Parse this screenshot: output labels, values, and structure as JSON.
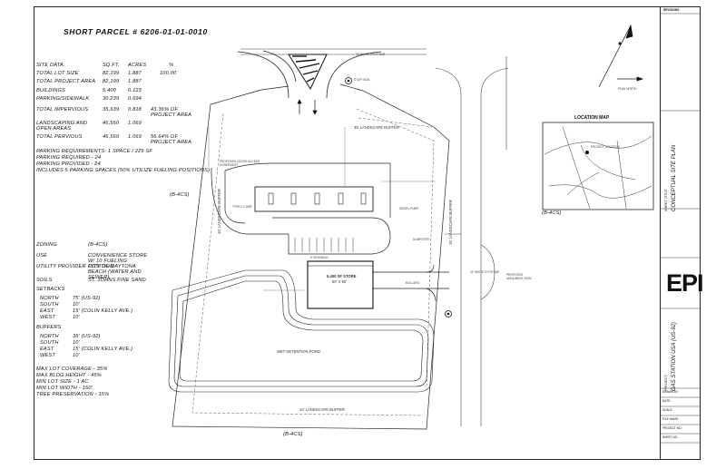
{
  "title": "SHORT PARCEL # 6206-01-01-0010",
  "site_data": {
    "header": [
      "SITE DATA:",
      "SQ.FT.",
      "ACRES",
      "%"
    ],
    "rows": [
      {
        "label": "TOTAL LOT SIZE",
        "sqft": "82,199",
        "acres": "1.887",
        "pct": "100.00"
      },
      {
        "label": "TOTAL PROJECT AREA",
        "sqft": "82,199",
        "acres": "1.887",
        "pct": ""
      },
      {
        "label": "BUILDINGS",
        "sqft": "5,400",
        "acres": "0.123",
        "pct": ""
      },
      {
        "label": "PARKING/SIDEWALK",
        "sqft": "30,239",
        "acres": "0.694",
        "pct": ""
      },
      {
        "label": "TOTAL IMPERVIOUS",
        "sqft": "35,639",
        "acres": "0.818",
        "pct": "43.36% OF PROJECT AREA"
      },
      {
        "label": "LANDSCAPING AND OPEN AREAS",
        "sqft": "46,560",
        "acres": "1.069",
        "pct": ""
      },
      {
        "label": "TOTAL PERVIOUS",
        "sqft": "46,560",
        "acres": "1.069",
        "pct": "56.64% OF PROJECT AREA"
      }
    ]
  },
  "parking": {
    "lines": [
      "PARKING REQUIREMENTS: 1 SPACE / 225 SF",
      "PARKING REQUIRED - 24",
      "PARKING PROVIDED - 24",
      "INCLUDES 5 PARKING SPACES (50% UTILIZE FUELING POSITIONS)"
    ]
  },
  "zoning": [
    {
      "label": "ZONING",
      "value": "(B-4CS)"
    },
    {
      "label": "USE",
      "value": "CONVENIENCE STORE W/ 10 FUELING POSITION"
    },
    {
      "label": "UTILITY PROVIDER",
      "value": "CITY OF DAYTONA BEACH (WATER AND SEWER)"
    },
    {
      "label": "SOILS",
      "value": "ST. JOHNS FINE SAND"
    }
  ],
  "setbacks": {
    "label": "SETBACKS",
    "rows": [
      {
        "dir": "NORTH",
        "value": "75' (US-92)"
      },
      {
        "dir": "SOUTH",
        "value": "10'"
      },
      {
        "dir": "EAST",
        "value": "15' (COLIN KELLY AVE.)"
      },
      {
        "dir": "WEST",
        "value": "10'"
      }
    ]
  },
  "buffers": {
    "label": "BUFFERS",
    "rows": [
      {
        "dir": "NORTH",
        "value": "35' (US-92)"
      },
      {
        "dir": "SOUTH",
        "value": "10'"
      },
      {
        "dir": "EAST",
        "value": "15' (COLIN KELLY AVE.)"
      },
      {
        "dir": "WEST",
        "value": "10'"
      }
    ]
  },
  "limits": [
    "MAX LOT COVERAGE - 35%",
    "MAX BLDG HEIGHT - 45%",
    "MIN LOT SIZE - 1 AC",
    "MIN LOT WIDTH - 150'",
    "TREE PRESERVATION - 15%"
  ],
  "plan_labels": {
    "store": "5,400 SF STORE",
    "store_dim": "60' X 90'",
    "pond": "WET DETENTION POND",
    "south_buffer": "10' LANDSCAPE BUFFER",
    "north_buffer": "35' LANDSCAPE BUFFER",
    "east_buffer": "15' LANDSCAPE BUFFER",
    "west_buffer": "10' LANDSCAPE BUFFER",
    "zone_west": "(B-4CS)",
    "zone_east": "(B-4CS)",
    "zone_south": "(B-4CS)",
    "stop_bar": "24' WHITE STOP BAR",
    "stop_sign": "STOP SIGN",
    "dumpster": "DUMPSTER",
    "cross_access": "PROPOSED CROSS ACCESS AGREEMENT",
    "diesel_pump": "DIESEL PUMP",
    "type_d": "TYPE D CURB",
    "bollard": "BOLLARD",
    "sidewalk": "5' SIDEWALK",
    "sign": "PROPOSED MONUMENT SIGN"
  },
  "location_map": {
    "title": "LOCATION MAP",
    "marker": "PROJECT LOCATION"
  },
  "title_block": {
    "revisions": "REVISIONS",
    "firm": "EPI",
    "sheet_title_label": "SHEET TITLE:",
    "sheet_title": "CONCEPTUAL SITE PLAN",
    "project_label": "PROJECT:",
    "project": "GAS STATION USA (US-92)",
    "drawn_by": "DRAWN BY:",
    "date": "DATE:",
    "scale": "SCALE:",
    "file_name": "FILE NAME:",
    "project_no": "PROJECT NO.:",
    "sheet_no": "SHEET NO.:"
  },
  "north_label": "PLAN NORTH"
}
